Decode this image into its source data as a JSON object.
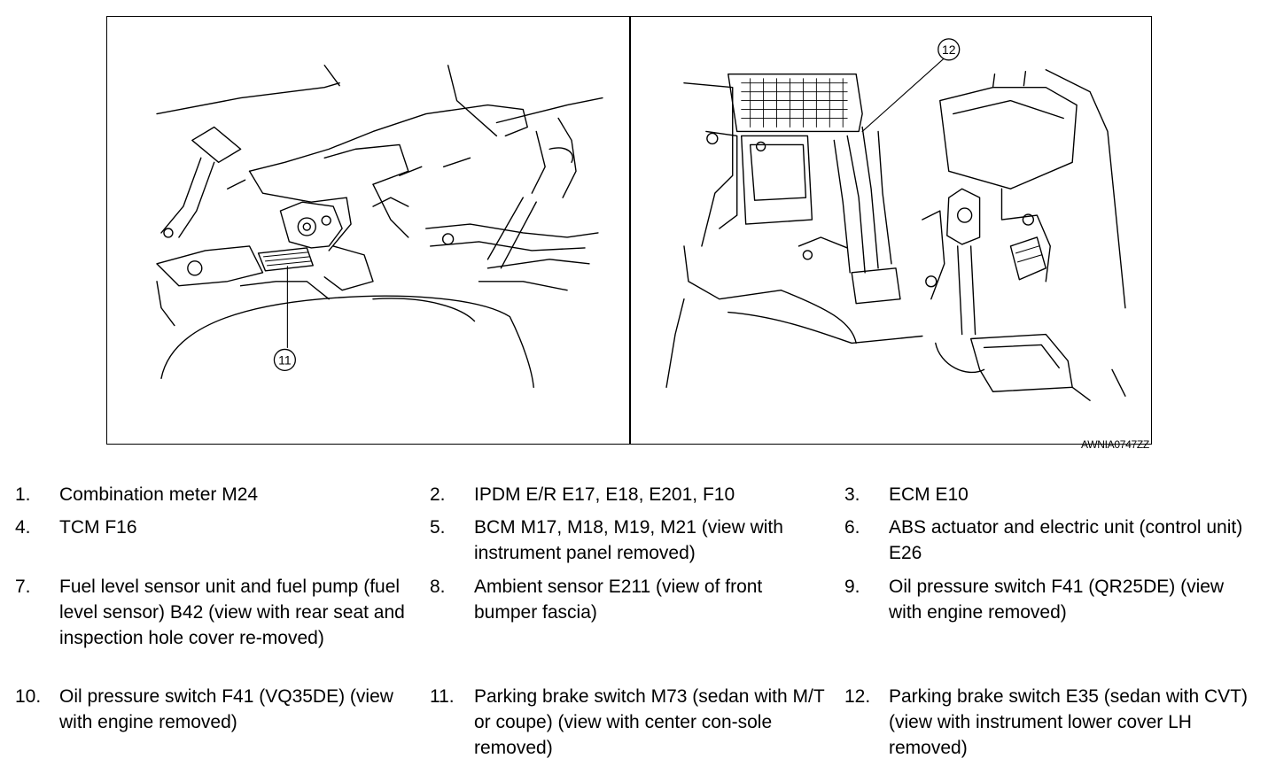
{
  "figure": {
    "code": "AWNIA0747ZZ",
    "callouts": {
      "left": "11",
      "right": "12"
    }
  },
  "legend": [
    {
      "num": "1.",
      "text": "Combination meter M24"
    },
    {
      "num": "2.",
      "text": "IPDM E/R E17, E18, E201, F10"
    },
    {
      "num": "3.",
      "text": "ECM E10"
    },
    {
      "num": "4.",
      "text": "TCM F16"
    },
    {
      "num": "5.",
      "text": "BCM M17, M18, M19, M21 (view with instrument panel removed)"
    },
    {
      "num": "6.",
      "text": "ABS actuator and electric unit (control unit) E26"
    },
    {
      "num": "7.",
      "text": "Fuel level sensor unit and fuel pump (fuel level sensor) B42 (view with rear seat and inspection hole cover re-moved)"
    },
    {
      "num": "8.",
      "text": "Ambient sensor E211 (view of front bumper fascia)"
    },
    {
      "num": "9.",
      "text": "Oil pressure switch F41 (QR25DE) (view with engine removed)"
    },
    {
      "num": "10.",
      "text": "Oil pressure switch F41 (VQ35DE) (view with engine removed)"
    },
    {
      "num": "11.",
      "text": "Parking brake switch M73 (sedan with M/T or coupe) (view with center con-sole removed)"
    },
    {
      "num": "12.",
      "text": "Parking brake switch E35 (sedan with CVT) (view with instrument lower cover LH removed)"
    }
  ]
}
